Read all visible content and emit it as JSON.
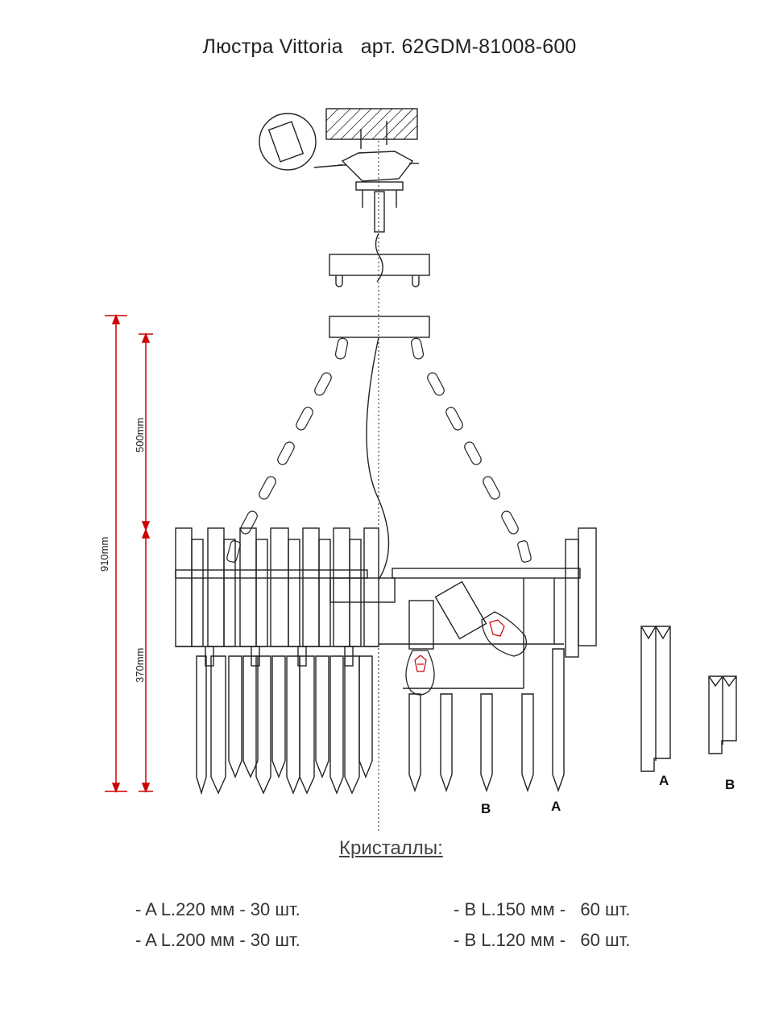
{
  "header": {
    "product": "Люстра Vittoria",
    "article": "арт. 62GDM-81008-600"
  },
  "dimensions": {
    "total_height": "910mm",
    "chain_height": "500mm",
    "body_height": "370mm"
  },
  "labels": {
    "crystal_a": "A",
    "crystal_b": "B"
  },
  "crystals": {
    "heading": "Кристаллы:",
    "items": [
      {
        "text": "- A L.220 мм - 30 шт."
      },
      {
        "text": "- A L.200 мм - 30 шт."
      },
      {
        "text": "- B L.150 мм -   60 шт."
      },
      {
        "text": "- B L.120 мм -   60 шт."
      }
    ]
  },
  "colors": {
    "line": "#222222",
    "dimension": "#cc0000",
    "bulb": "#cc0000"
  }
}
